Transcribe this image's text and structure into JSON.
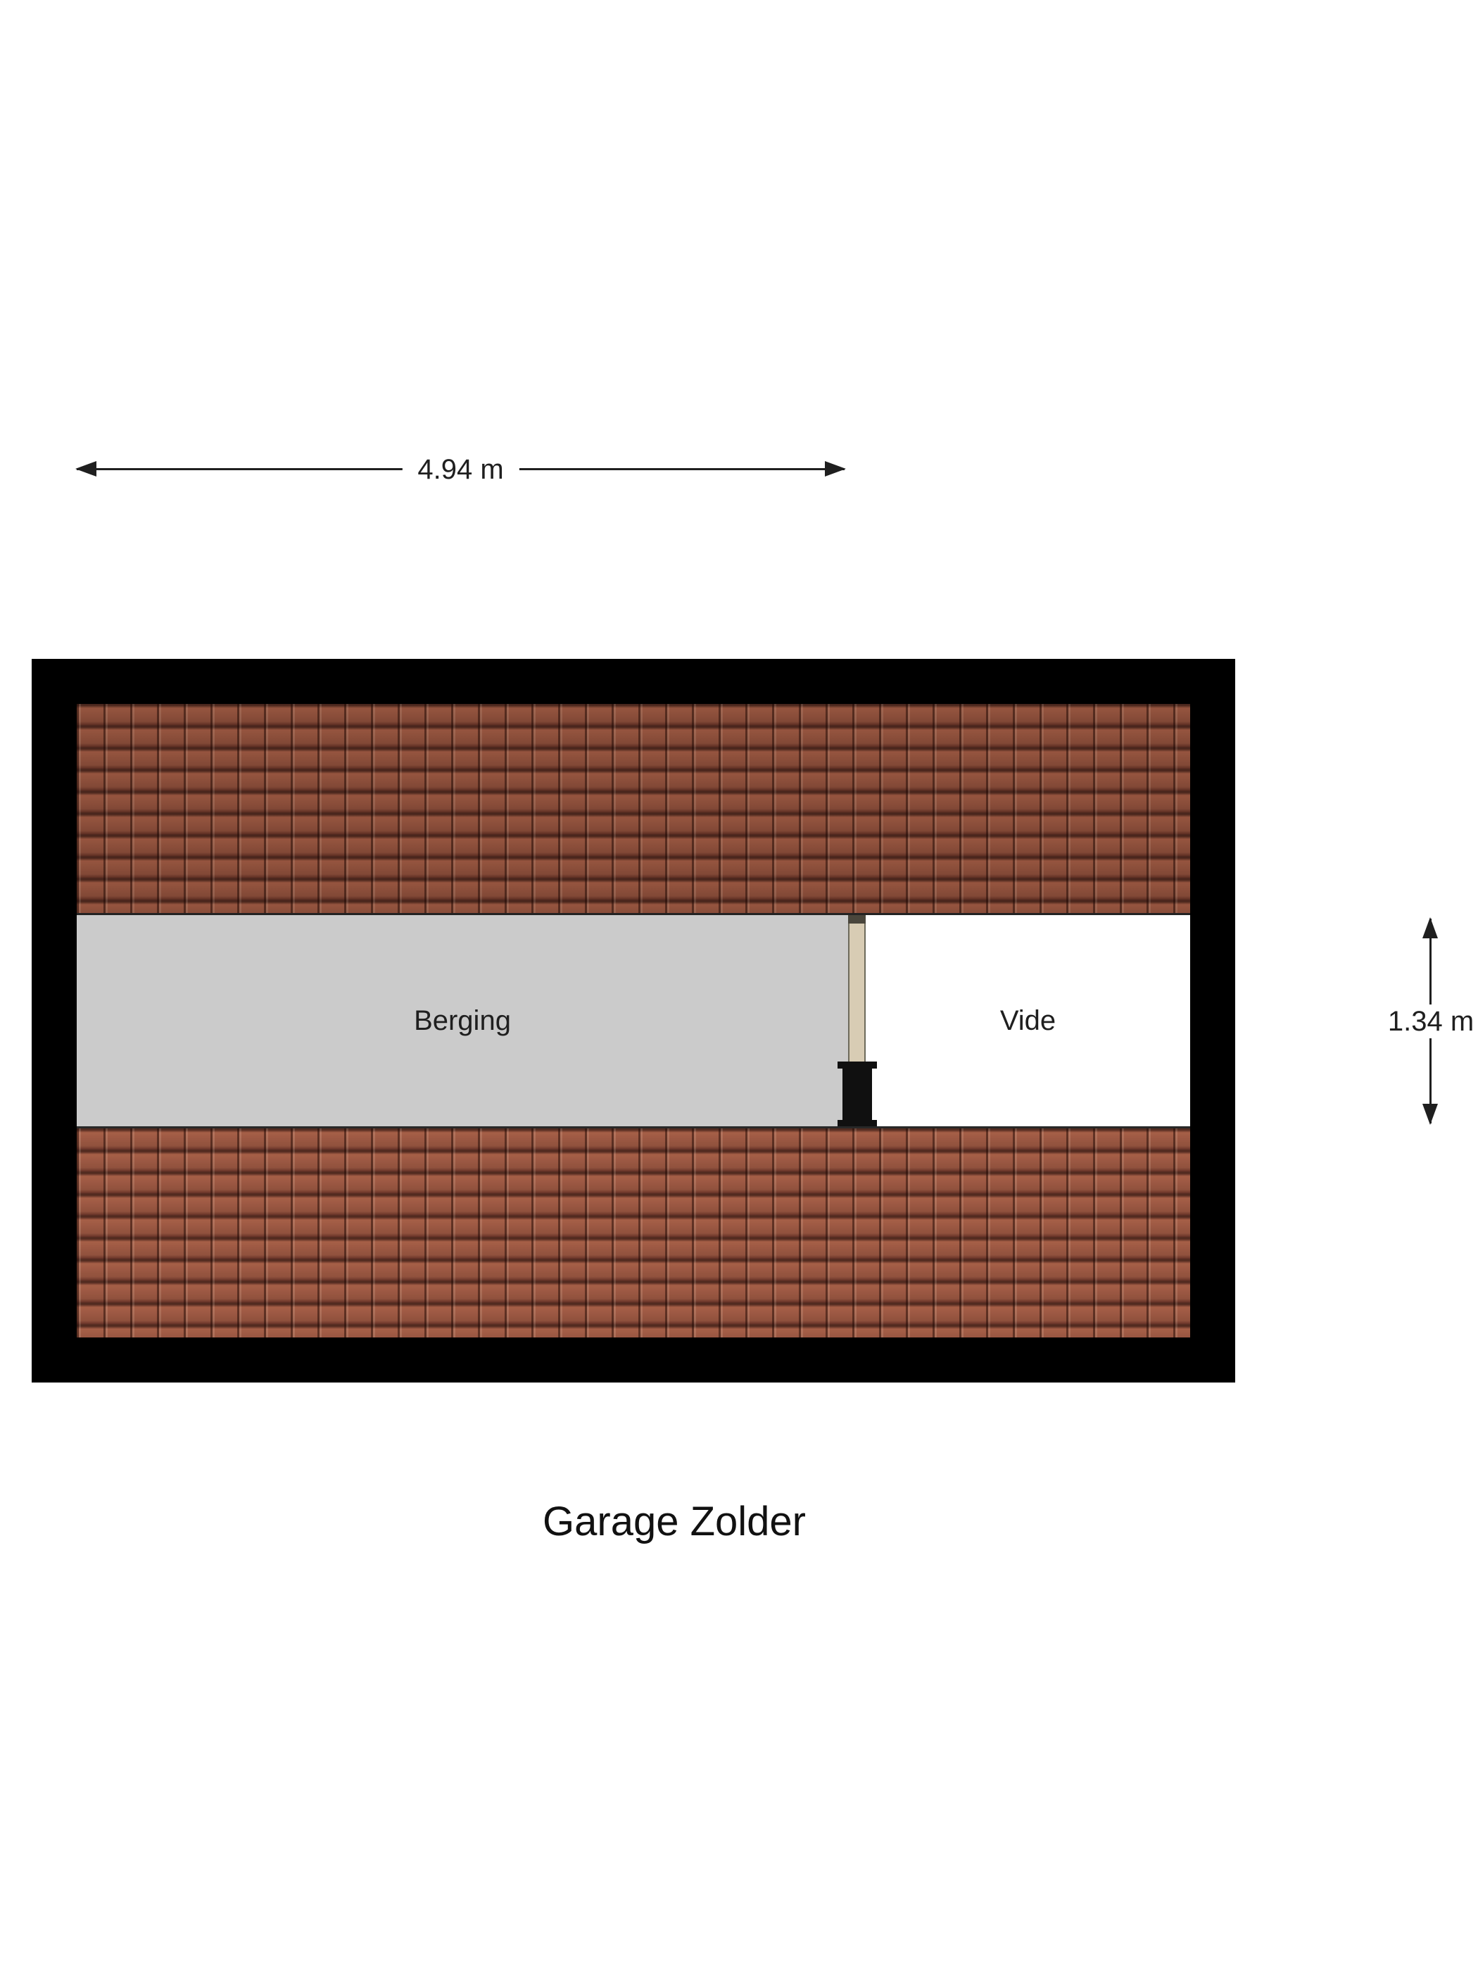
{
  "title": "Garage Zolder",
  "dimensions": {
    "width_label": "4.94 m",
    "height_label": "1.34 m"
  },
  "rooms": [
    {
      "label": "Berging"
    },
    {
      "label": "Vide"
    }
  ],
  "icons": [
    "arrowhead-left-icon",
    "arrowhead-right-icon",
    "arrowhead-up-icon",
    "arrowhead-down-icon"
  ],
  "colors": {
    "wall": "#000000",
    "berging_floor": "#cbcbcb",
    "vide_floor": "#ffffff",
    "roof_tile": "#8a4e3b",
    "ladder_wood": "#d8ccb4"
  }
}
